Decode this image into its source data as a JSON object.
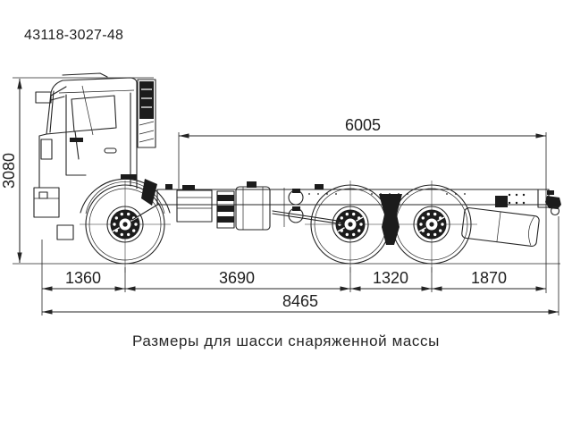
{
  "title": "43118-3027-48",
  "caption": "Размеры для шасси снаряженной массы",
  "colors": {
    "line": "#242424",
    "text": "#1d1d1d",
    "background": "#ffffff"
  },
  "dimensions": {
    "overall_height_mm": "3080",
    "frame_behind_cab_length_mm": "6005",
    "front_overhang_mm": "1360",
    "wheelbase_mm": "3690",
    "bogie_axle_spacing_mm": "1320",
    "rear_overhang_mm": "1870",
    "overall_length_mm": "8465"
  }
}
